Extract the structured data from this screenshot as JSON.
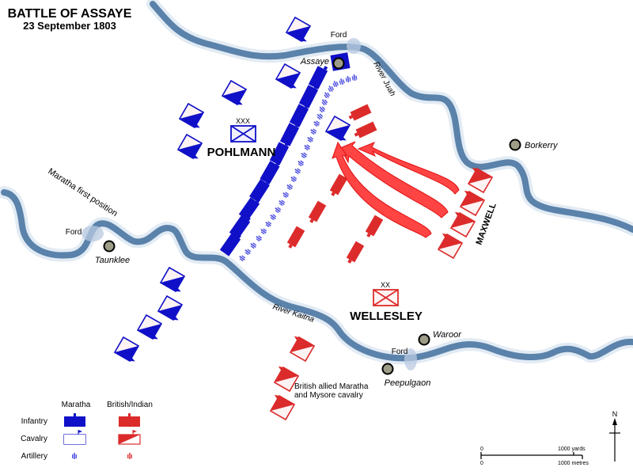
{
  "map": {
    "title": "BATTLE OF ASSAYE",
    "subtitle": "23 September 1803"
  },
  "places": {
    "assaye": "Assaye",
    "borkerry": "Borkerry",
    "taunklee": "Taunklee",
    "waroor": "Waroor",
    "peepulgaon": "Peepulgaon"
  },
  "rivers": {
    "juah": "River Juah",
    "kaitna": "River Kaitna"
  },
  "fords": {
    "north": "Ford",
    "west": "Ford",
    "south": "Ford"
  },
  "annotations": {
    "maratha_first_position": "Maratha first position",
    "allied_cavalry_line1": "British allied Maratha",
    "allied_cavalry_line2": "and Mysore cavalry"
  },
  "commanders": {
    "pohlmann": {
      "name": "POHLMANN",
      "echelon": "XXX",
      "color": "#1010c8"
    },
    "wellesley": {
      "name": "WELLESLEY",
      "echelon": "XX",
      "color": "#dc2b2b"
    },
    "maxwell": {
      "name": "MAXWELL"
    }
  },
  "legend": {
    "col_maratha": "Maratha",
    "col_british": "British/Indian",
    "row_infantry": "Infantry",
    "row_cavalry": "Cavalry",
    "row_artillery": "Artillery",
    "maratha_color": "#1010c8",
    "british_color": "#dc2b2b"
  },
  "scale": {
    "yards_zero": "0",
    "yards_label": "1000 yards",
    "metres_zero": "0",
    "metres_label": "1000 metres"
  },
  "north_arrow": {
    "label": "N"
  },
  "colors": {
    "river": "#5a82aa",
    "town": "#9d9d88",
    "arrow": "#ff4444"
  }
}
